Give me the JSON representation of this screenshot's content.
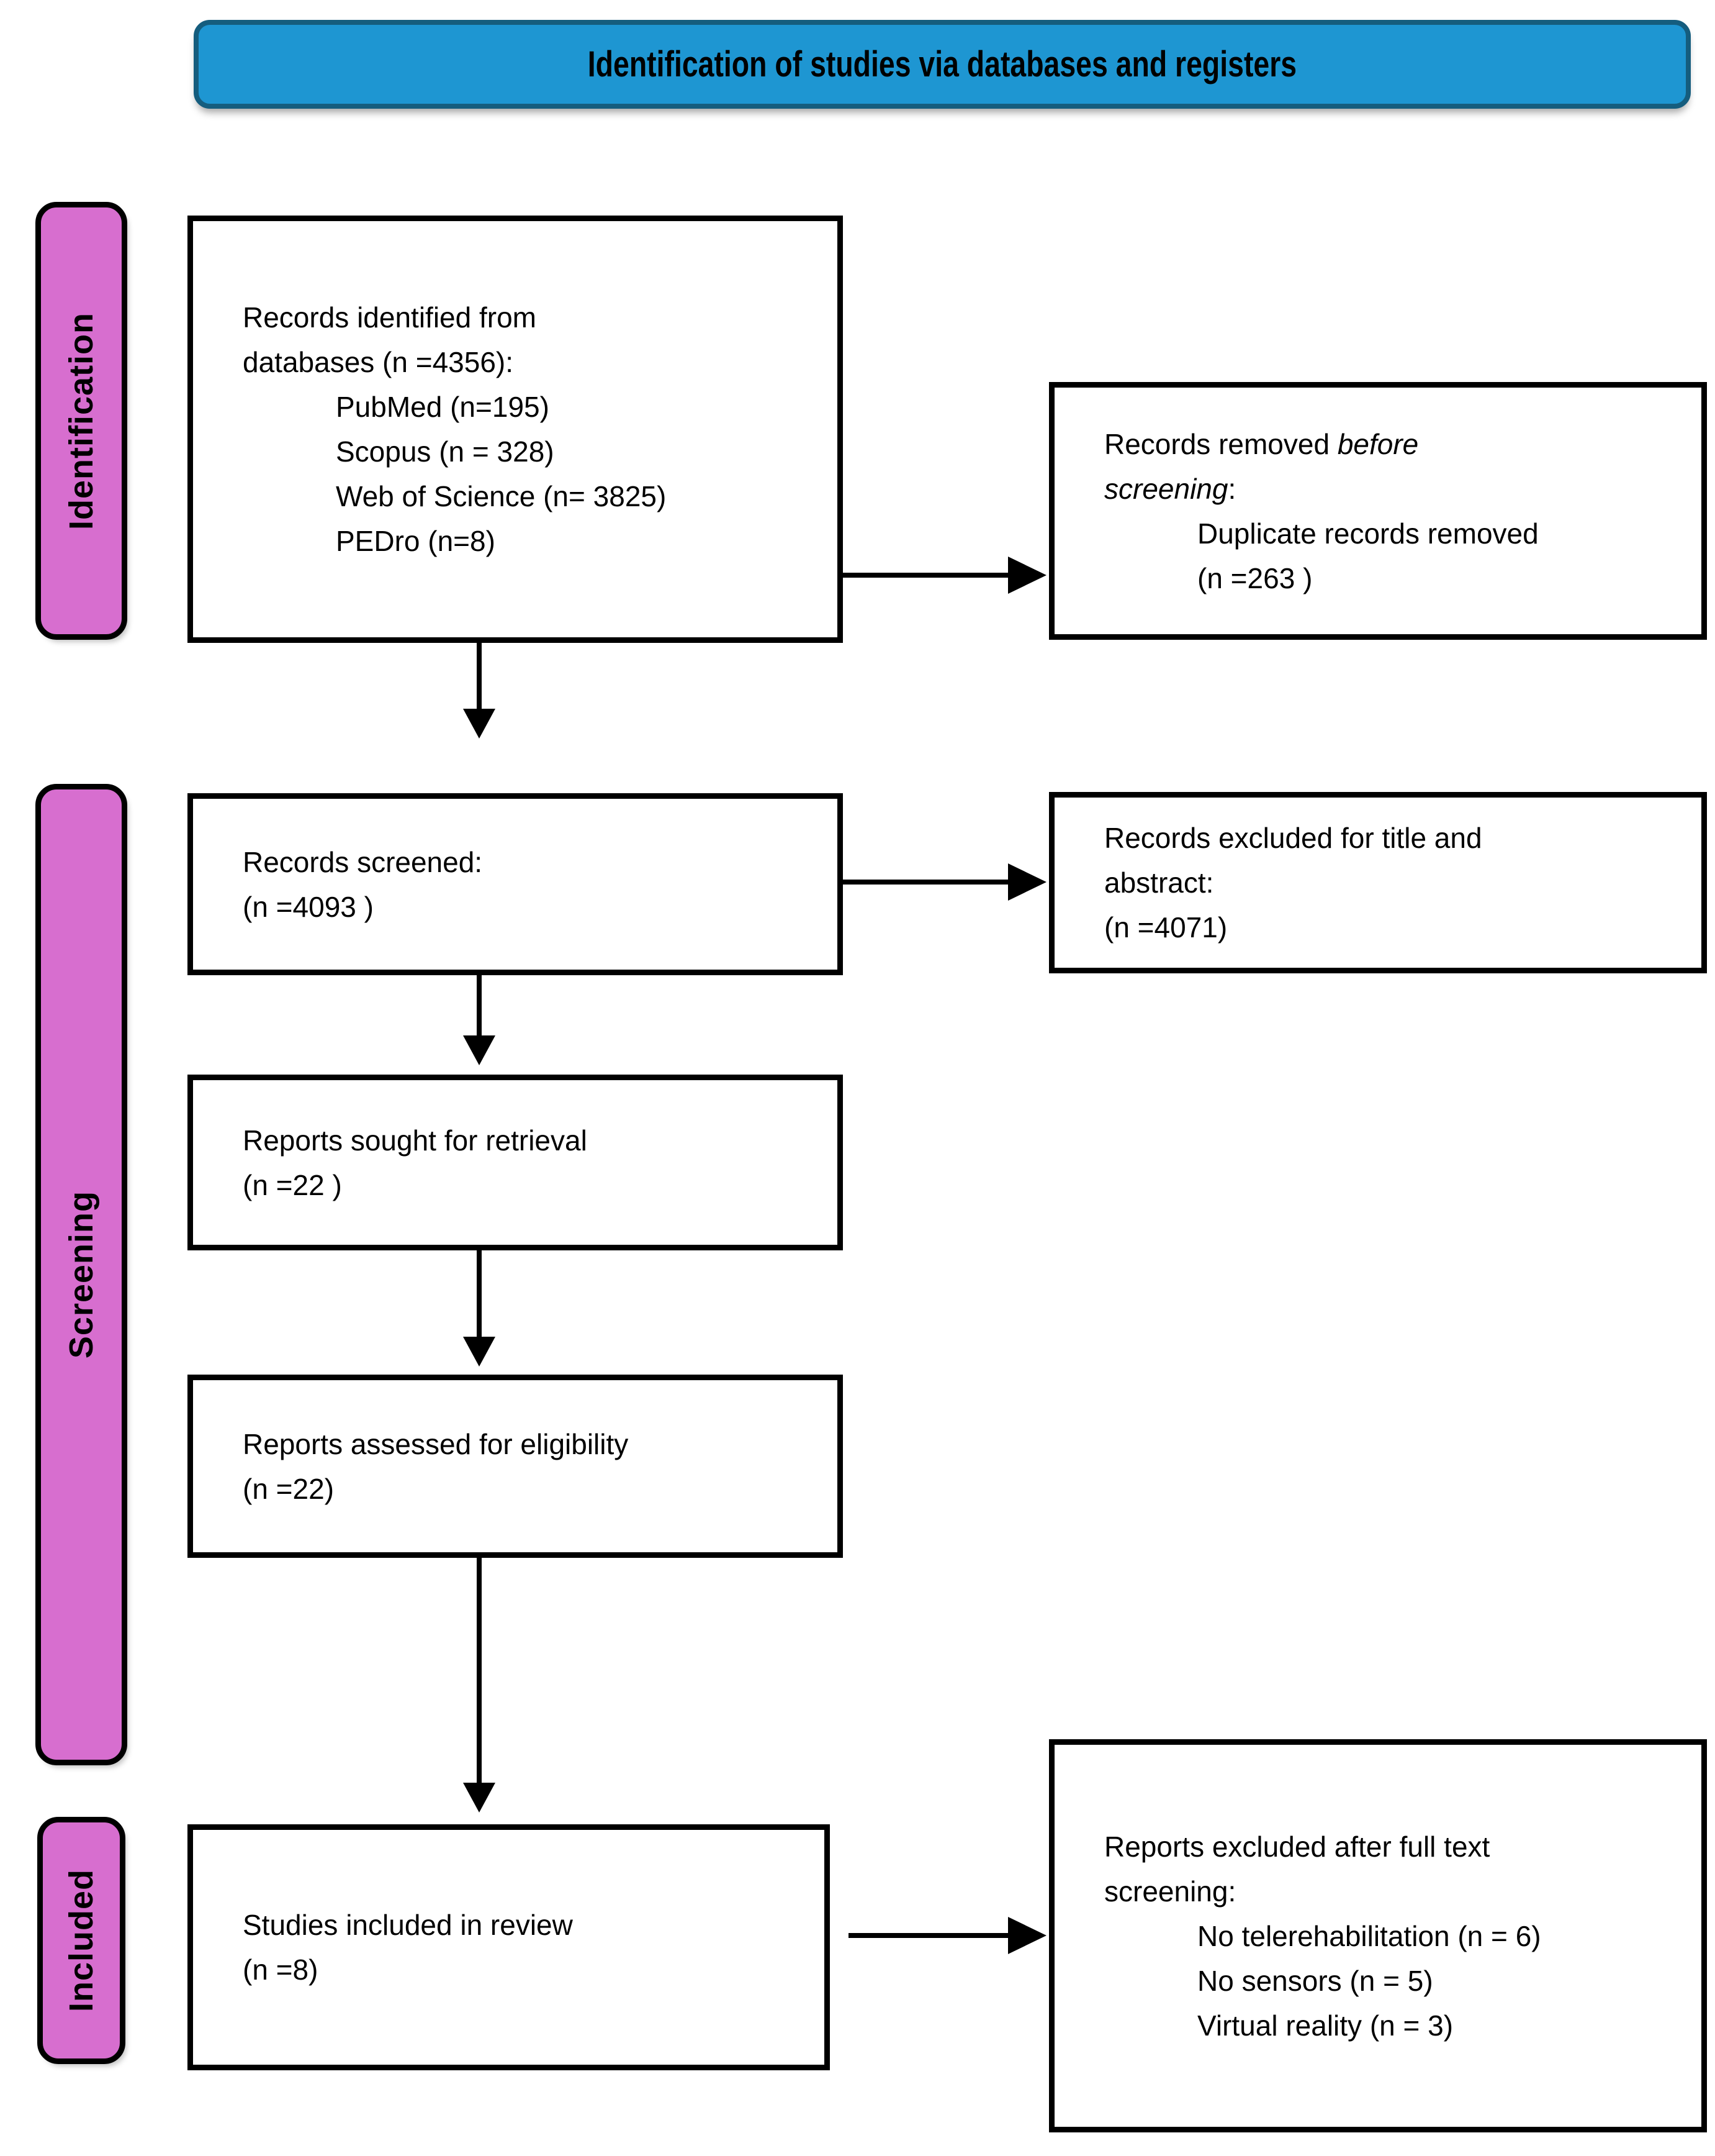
{
  "header": {
    "title": "Identification of studies via databases and registers"
  },
  "stages": [
    {
      "label": "Identification"
    },
    {
      "label": "Screening"
    },
    {
      "label": "Included"
    }
  ],
  "boxes": {
    "identified": {
      "line1": "Records identified from",
      "line2": "databases (n =4356):",
      "items": [
        "PubMed (n=195)",
        "Scopus (n = 328)",
        "Web of Science (n= 3825)",
        "PEDro (n=8)"
      ]
    },
    "removed": {
      "line1_normal": "Records removed ",
      "line1_italic": "before",
      "line2_italic": "screening",
      "line2_normal": ":",
      "items": [
        "Duplicate records removed",
        "(n =263 )"
      ]
    },
    "screened": {
      "line1": "Records screened:",
      "line2": "(n =4093 )"
    },
    "excluded_ta": {
      "line1": "Records excluded for title and",
      "line2": "abstract:",
      "line3": "(n =4071)"
    },
    "sought": {
      "line1": "Reports sought for retrieval",
      "line2": "(n =22 )"
    },
    "assessed": {
      "line1": "Reports assessed for eligibility",
      "line2": "(n =22)"
    },
    "included": {
      "line1": "Studies included in review",
      "line2": "(n =8)"
    },
    "excluded_ft": {
      "line1": "Reports excluded after full text",
      "line2": "screening:",
      "items": [
        "No telerehabilitation (n = 6)",
        "No sensors (n = 5)",
        "Virtual reality (n = 3)"
      ]
    }
  },
  "colors": {
    "header_fill": "#1E96D2",
    "header_border": "#155D7E",
    "stage_fill": "#D76ECF",
    "stage_border": "#000000",
    "box_border": "#000000",
    "arrow": "#000000",
    "text": "#000000"
  }
}
